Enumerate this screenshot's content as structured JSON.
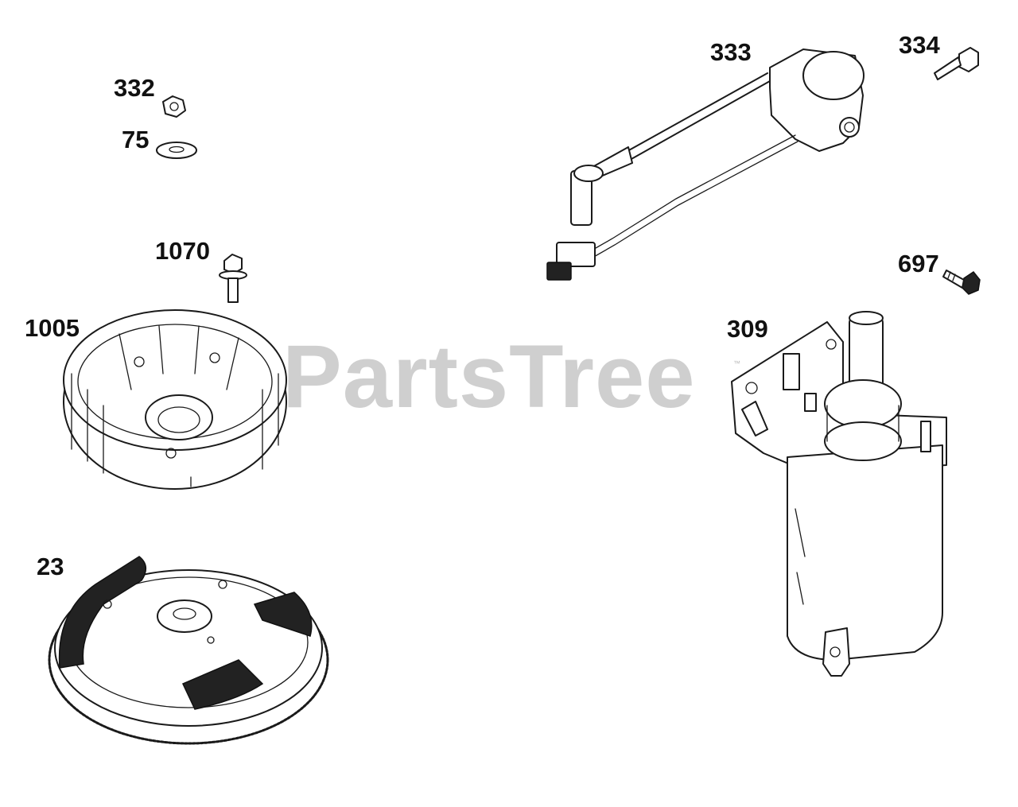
{
  "watermark": {
    "text": "PartsTree",
    "trademark": "™"
  },
  "callouts": [
    {
      "id": "332",
      "label": "332"
    },
    {
      "id": "75",
      "label": "75"
    },
    {
      "id": "1070",
      "label": "1070"
    },
    {
      "id": "1005",
      "label": "1005"
    },
    {
      "id": "23",
      "label": "23"
    },
    {
      "id": "333",
      "label": "333"
    },
    {
      "id": "334",
      "label": "334"
    },
    {
      "id": "697",
      "label": "697"
    },
    {
      "id": "309",
      "label": "309"
    }
  ]
}
